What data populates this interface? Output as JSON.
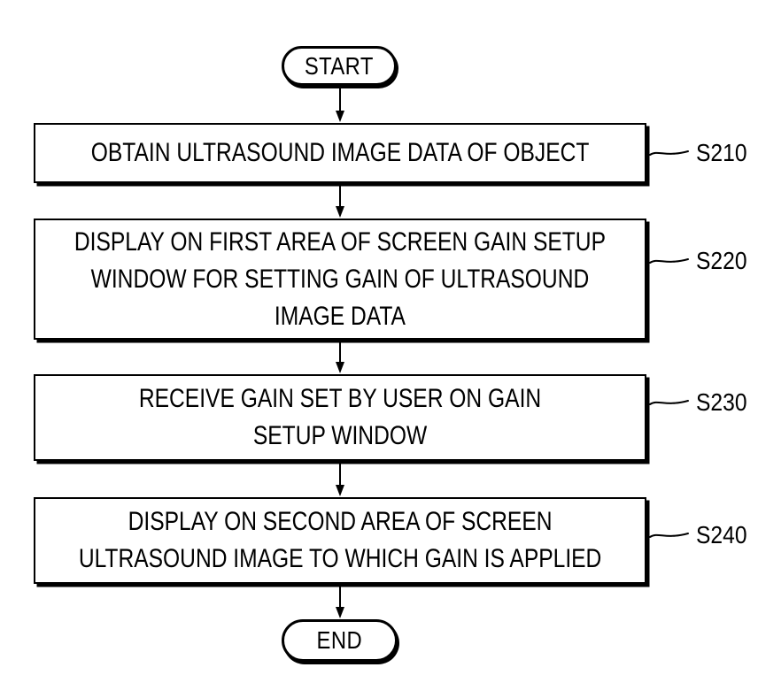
{
  "figure": {
    "background": "#ffffff",
    "ink": "#000000"
  },
  "flowchart": {
    "type": "vertical-flow",
    "start_label": "START",
    "end_label": "END",
    "steps": [
      {
        "tag": "S210",
        "text": "OBTAIN ULTRASOUND IMAGE DATA OF OBJECT"
      },
      {
        "tag": "S220",
        "text": "DISPLAY ON FIRST AREA OF SCREEN GAIN SETUP\nWINDOW FOR SETTING GAIN OF ULTRASOUND\nIMAGE DATA"
      },
      {
        "tag": "S230",
        "text": "RECEIVE GAIN SET BY USER ON GAIN\nSETUP WINDOW"
      },
      {
        "tag": "S240",
        "text": "DISPLAY ON SECOND AREA OF SCREEN\nULTRASOUND IMAGE TO WHICH GAIN IS APPLIED"
      }
    ]
  }
}
